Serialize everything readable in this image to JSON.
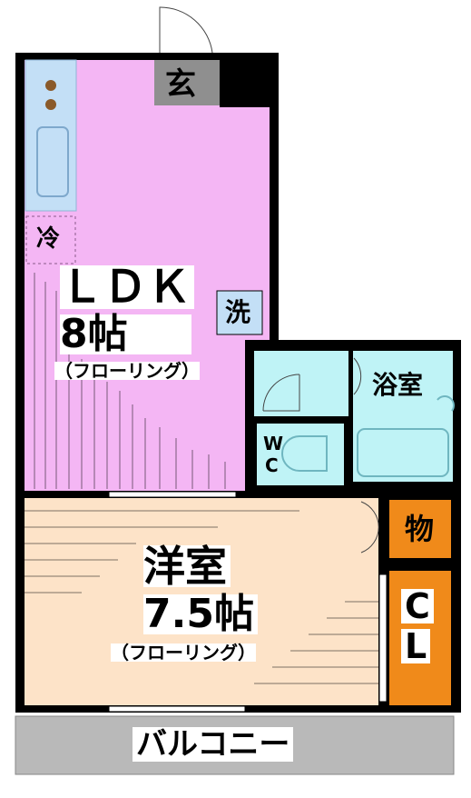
{
  "rooms": {
    "entrance": {
      "label": "玄"
    },
    "ldk": {
      "label": "ＬＤＫ",
      "size": "8帖",
      "floor": "（フローリング）"
    },
    "laundry": {
      "label": "洗"
    },
    "fridge": {
      "label": "冷"
    },
    "bathroom": {
      "label": "浴室"
    },
    "toilet": {
      "label_top": "W",
      "label_bottom": "C"
    },
    "storage": {
      "label": "物"
    },
    "closet": {
      "label_top": "C",
      "label_bottom": "L"
    },
    "western_room": {
      "label": "洋室",
      "size": "7.5帖",
      "floor": "（フローリング）"
    },
    "balcony": {
      "label": "バルコニー"
    }
  },
  "colors": {
    "ldk": "#f4b6f4",
    "western_room": "#fde3c8",
    "wet_area": "#bff3f6",
    "kitchen": "#c3dff6",
    "storage": "#f08a1a",
    "balcony": "#b9b9b9",
    "wall": "#000000",
    "entrance": "#8f8f8f"
  }
}
